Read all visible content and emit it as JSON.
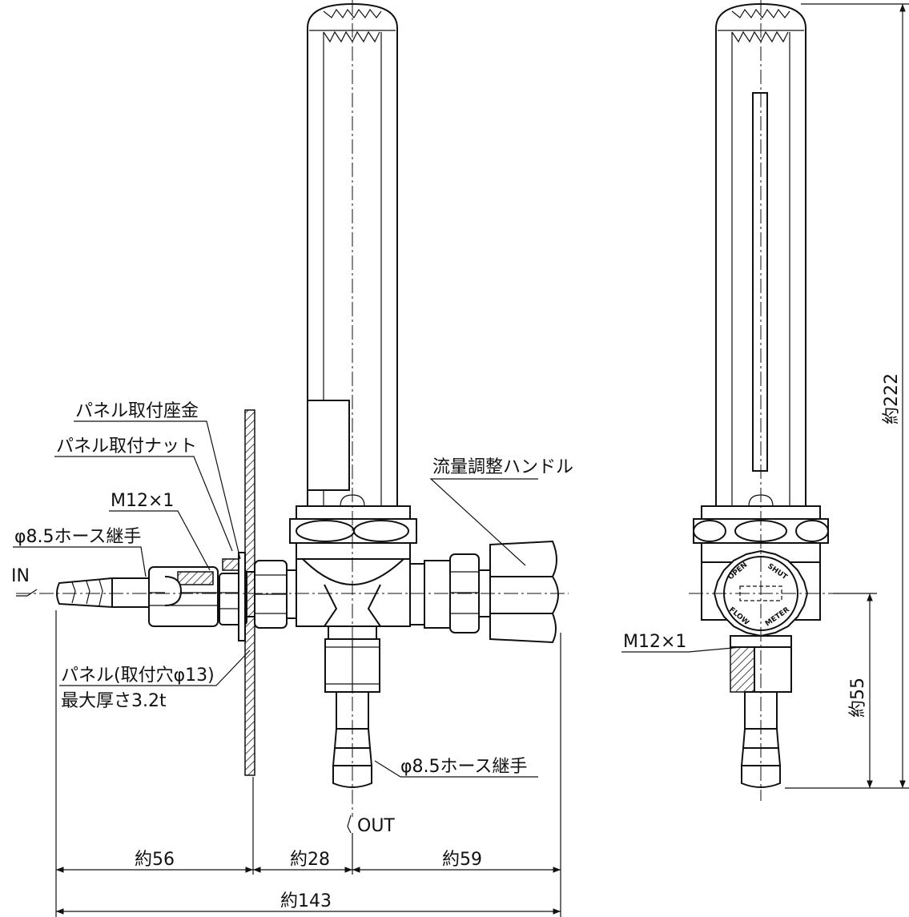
{
  "labels": {
    "panel_washer": "パネル取付座金",
    "panel_nut": "パネル取付ナット",
    "thread": "M12×1",
    "hose_in": "φ8.5ホース継手",
    "in": "IN",
    "panel_line1": "パネル(取付穴φ13)",
    "panel_line2": "最大厚さ3.2t",
    "hose_out": "φ8.5ホース継手",
    "out": "OUT",
    "handle": "流量調整ハンドル",
    "thread_side": "M12×1"
  },
  "knob_marks": {
    "open": "OPEN",
    "shut": "SHUT",
    "flow": "FLOW",
    "meter": "METER"
  },
  "dimensions": {
    "d56": "約56",
    "d28": "約28",
    "d59": "約59",
    "d143": "約143",
    "d222": "約222",
    "d55": "約55"
  }
}
